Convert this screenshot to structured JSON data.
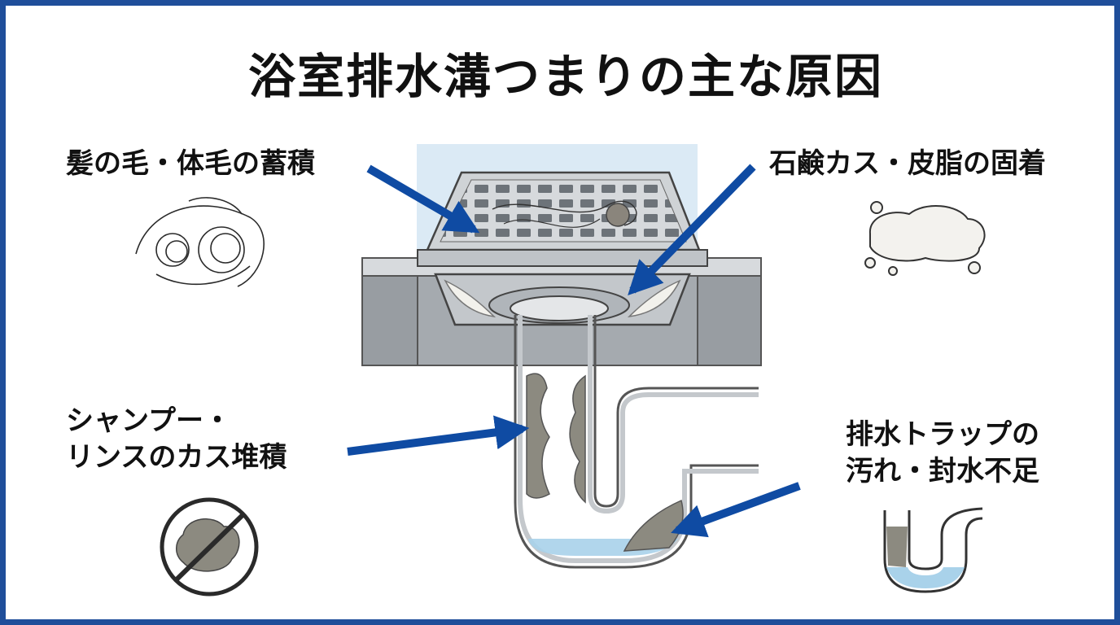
{
  "title": "浴室排水溝つまりの主な原因",
  "causes": {
    "hair": {
      "label": "髪の毛・体毛の蓄積",
      "icon": "hair-tangle-icon"
    },
    "soap": {
      "label": "石鹸カス・皮脂の固着",
      "icon": "soap-scum-icon"
    },
    "shampoo": {
      "line1": "シャンプー・",
      "line2": "リンスのカス堆積",
      "icon": "no-residue-icon"
    },
    "trap": {
      "line1": "排水トラップの",
      "line2": "汚れ・封水不足",
      "icon": "drain-trap-icon"
    }
  },
  "colors": {
    "frame": "#1f4e9a",
    "arrow": "#0f4ba3",
    "water": "#a9d2ea",
    "metal": "#b9bec3",
    "residue": "#8c8a80"
  }
}
